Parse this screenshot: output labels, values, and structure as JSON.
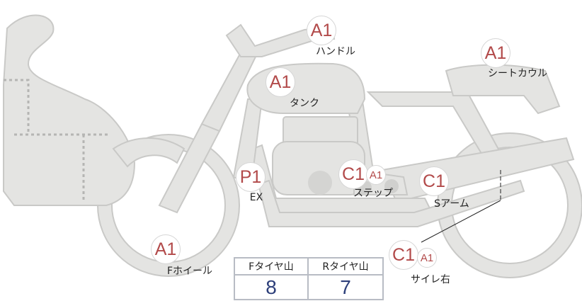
{
  "parts": [
    {
      "id": "handle",
      "grade": "A1",
      "label": "ハンドル"
    },
    {
      "id": "seat-cowl",
      "grade": "A1",
      "label": "シートカウル"
    },
    {
      "id": "tank",
      "grade": "A1",
      "label": "タンク"
    },
    {
      "id": "ex",
      "grade": "P1",
      "label": "EX"
    },
    {
      "id": "step",
      "grade": "C1",
      "sub_grade": "A1",
      "label": "ステップ"
    },
    {
      "id": "swing-arm",
      "grade": "C1",
      "label": "Sアーム"
    },
    {
      "id": "silencer-right",
      "grade": "C1",
      "sub_grade": "A1",
      "label": "サイレ右"
    },
    {
      "id": "front-wheel",
      "grade": "A1",
      "label": "Fホイール"
    }
  ],
  "tread": {
    "front_label": "Fタイヤ山",
    "front_value": "8",
    "rear_label": "Rタイヤ山",
    "rear_value": "7"
  },
  "colors": {
    "grade": "#b24a4a",
    "value": "#2d3f7a",
    "body": "#e4e4e2",
    "outline": "#c9c9c7"
  }
}
